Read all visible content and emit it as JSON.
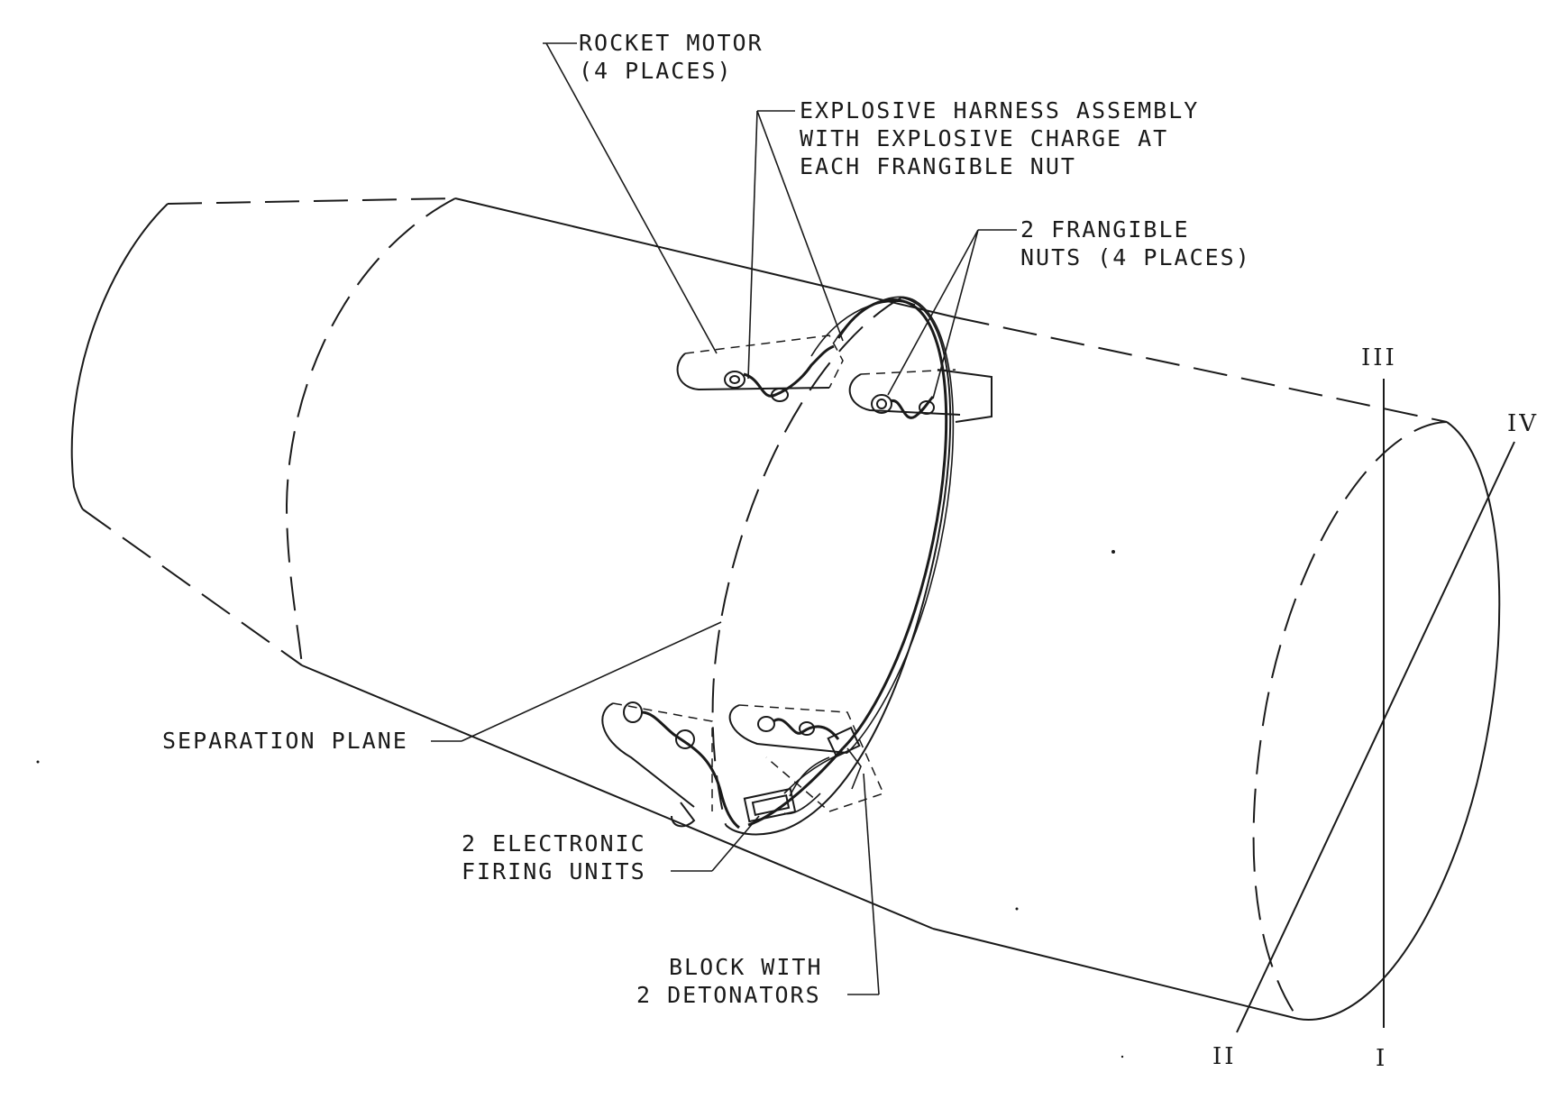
{
  "labels": {
    "rocket_motor_line1": "ROCKET MOTOR",
    "rocket_motor_line2": "(4 PLACES)",
    "harness_line1": "EXPLOSIVE HARNESS ASSEMBLY",
    "harness_line2": "WITH EXPLOSIVE CHARGE AT",
    "harness_line3": "EACH FRANGIBLE NUT",
    "nuts_line1": "2 FRANGIBLE",
    "nuts_line2": "NUTS (4 PLACES)",
    "separation_plane": "SEPARATION PLANE",
    "firing_units_line1": "2 ELECTRONIC",
    "firing_units_line2": "FIRING UNITS",
    "block_line1": "BLOCK WITH",
    "block_line2": "2 DETONATORS"
  },
  "axes": {
    "axis_1": "I",
    "axis_2": "II",
    "axis_3": "III",
    "axis_4": "IV"
  }
}
